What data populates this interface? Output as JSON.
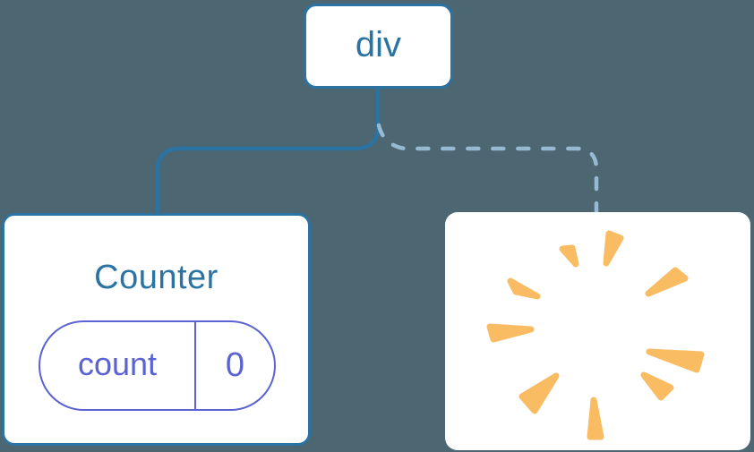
{
  "diagram": {
    "description": "React component tree: a div root keeps the Counter child (solid edge) while the second child is removed (dashed edge to a poof)",
    "colors": {
      "background": "#4C6672",
      "node_fill": "#FFFFFF",
      "accent_blue": "#2B73A2",
      "state_indigo": "#5B63D3",
      "dashed_edge": "#97BAD2",
      "poof_amber": "#F9BC63"
    },
    "root_node": {
      "label": "div"
    },
    "counter_node": {
      "title": "Counter",
      "state": {
        "key": "count",
        "value": "0"
      }
    },
    "removed_node": {
      "icon": "poof-icon"
    },
    "edges": [
      {
        "from": "div",
        "to": "Counter",
        "style": "solid"
      },
      {
        "from": "div",
        "to": "removed",
        "style": "dashed"
      }
    ]
  }
}
